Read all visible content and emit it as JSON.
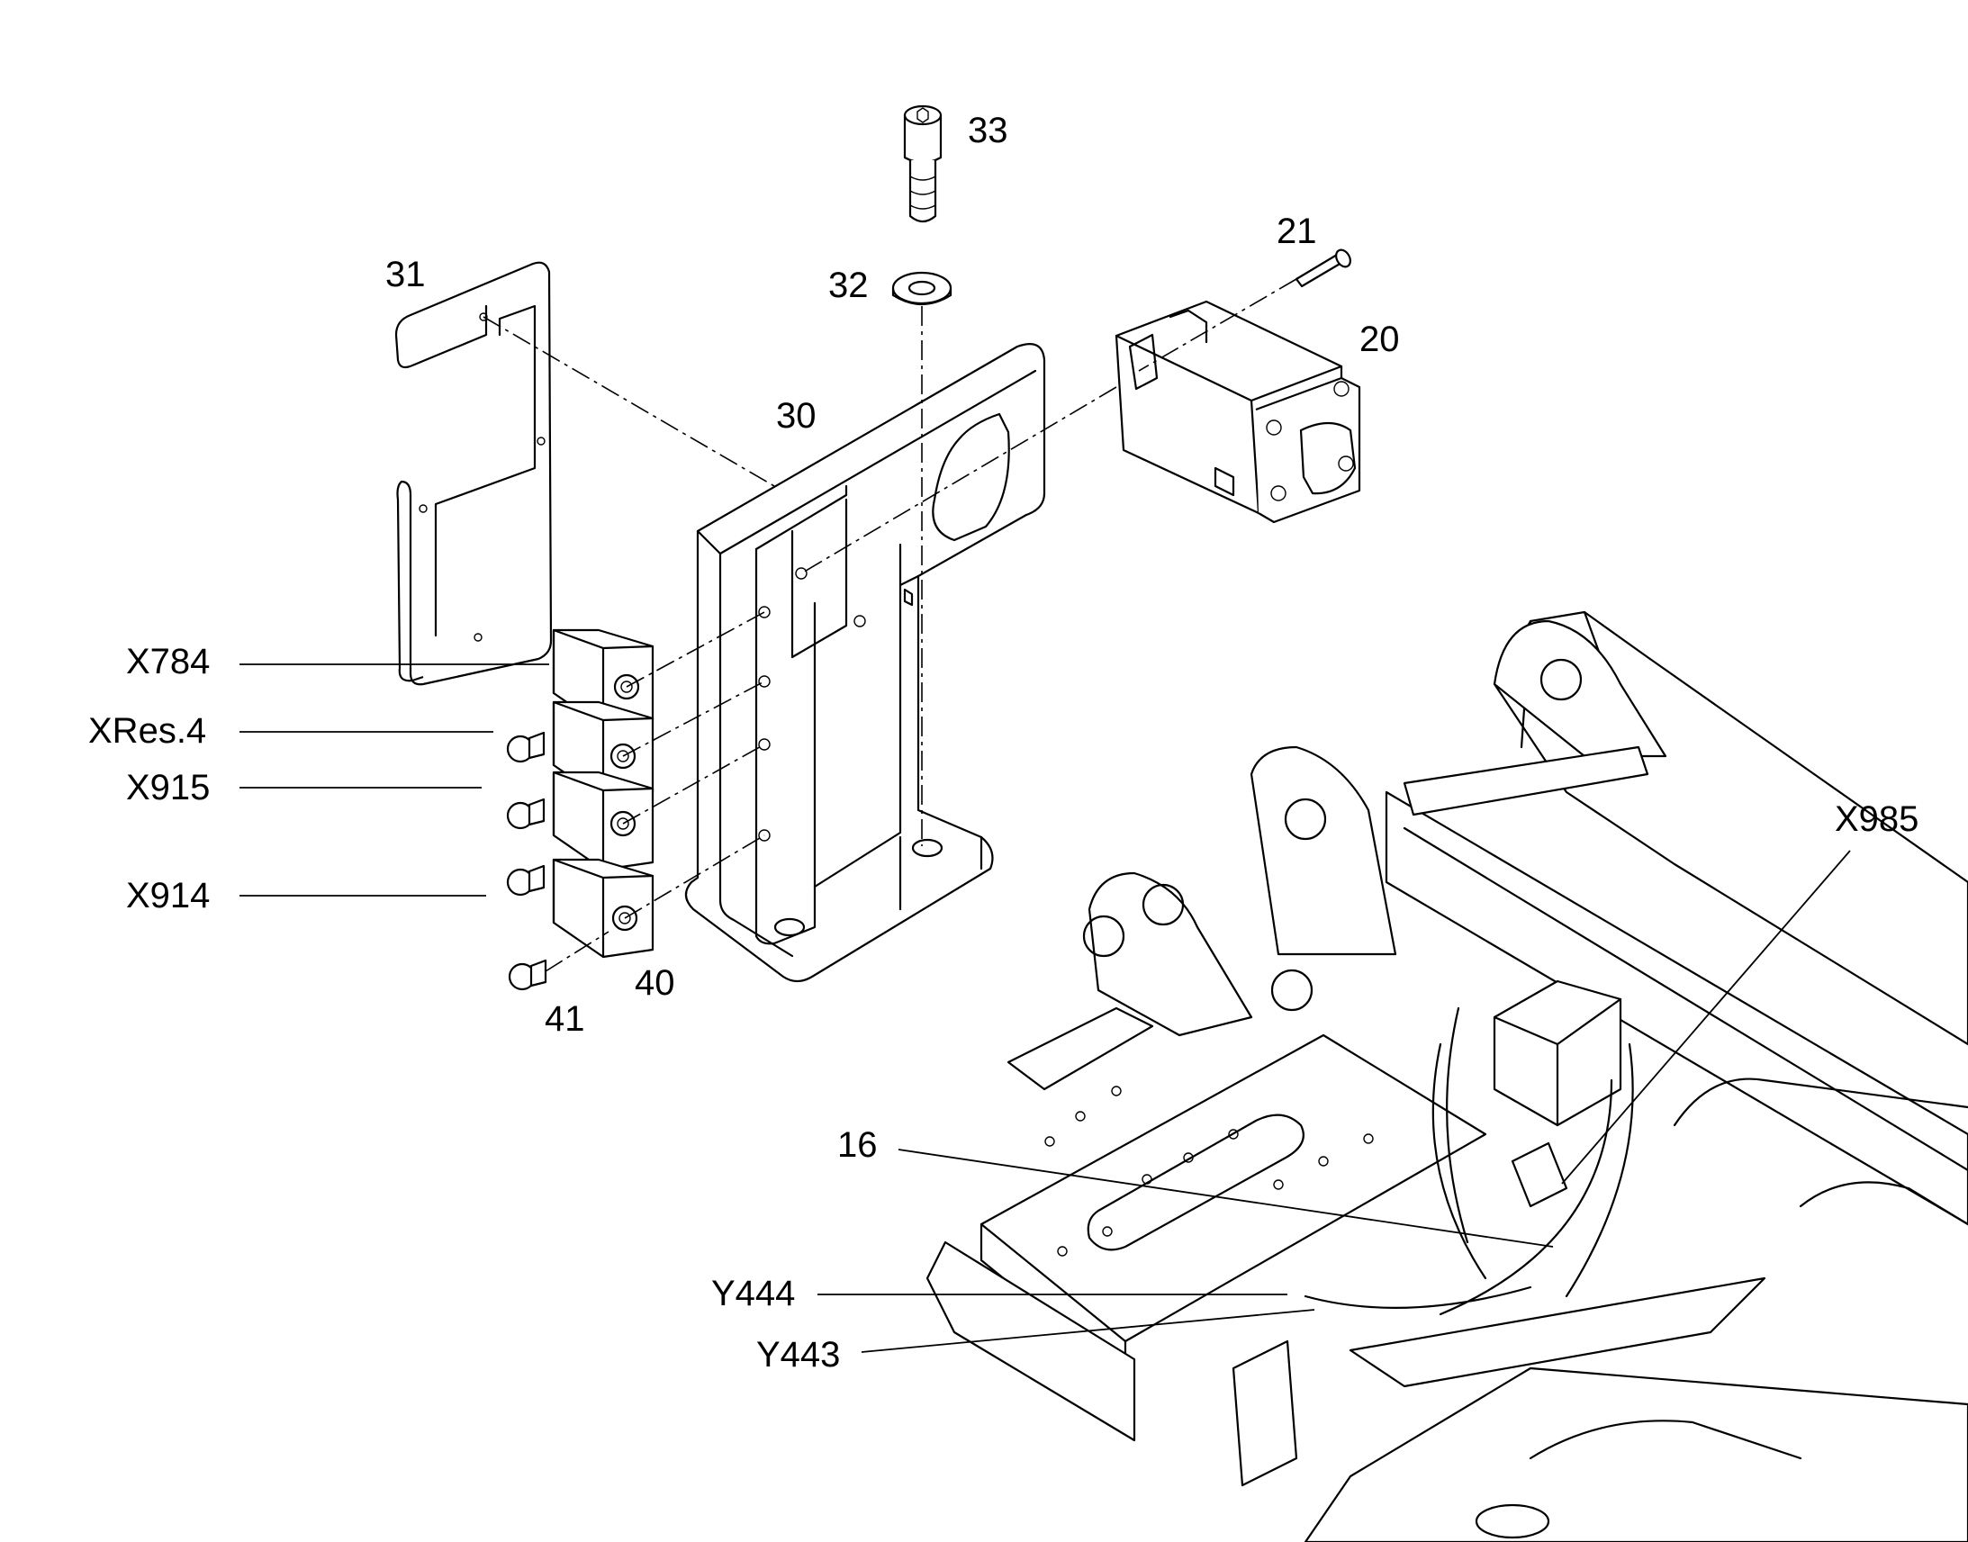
{
  "callouts": {
    "c33": "33",
    "c21": "21",
    "c31": "31",
    "c32": "32",
    "c20": "20",
    "c30": "30",
    "x784": "X784",
    "xres4": "XRes.4",
    "x915": "X915",
    "x914": "X914",
    "c40": "40",
    "c41": "41",
    "x985": "X985",
    "c16": "16",
    "y444": "Y444",
    "y443": "Y443"
  }
}
